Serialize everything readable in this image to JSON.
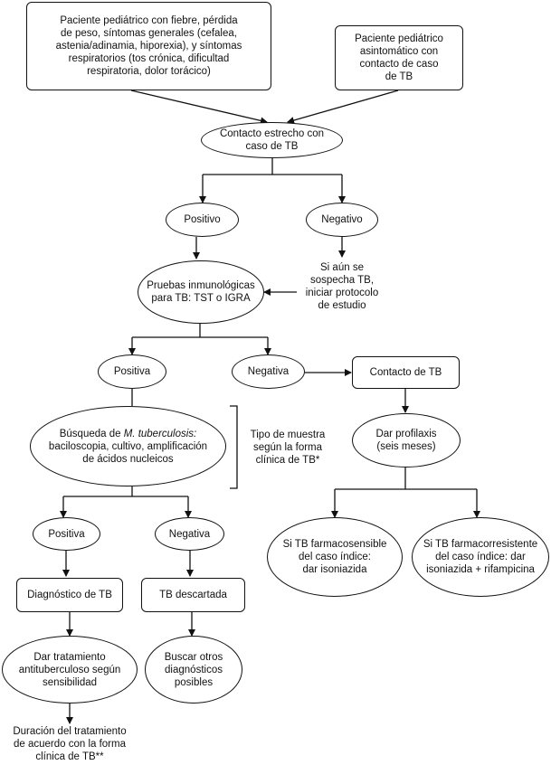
{
  "nodes": {
    "symptomatic": "Paciente pediátrico con fiebre, pérdida\nde peso, síntomas generales (cefalea,\nastenia/adinamia, hiporexia), y síntomas\nrespiratorios (tos crónica, dificultad\nrespiratoria, dolor torácico)",
    "asymptomatic": "Paciente pediátrico\nasintomático con\ncontacto de caso\nde TB",
    "close_contact": "Contacto estrecho con\ncaso de TB",
    "positivo": "Positivo",
    "negativo": "Negativo",
    "still_suspect": "Si aún se\nsospecha TB,\niniciar protocolo\nde estudio",
    "immuno_tests": "Pruebas inmunológicas\npara TB: TST o IGRA",
    "positiva_1": "Positiva",
    "negativa_1": "Negativa",
    "tb_contact": "Contacto de TB",
    "search_prefix": "Búsqueda de ",
    "search_species": "M. tuberculosis:",
    "search_rest": "baciloscopia, cultivo, amplificación\nde ácidos nucleicos",
    "sample_type": "Tipo de muestra\nsegún la forma\nclínica de TB*",
    "prophylaxis": "Dar profilaxis\n(seis meses)",
    "positiva_2": "Positiva",
    "negativa_2": "Negativa",
    "drug_sensitive": "Si TB farmacosensible\ndel caso índice:\ndar isoniazida",
    "drug_resistant": "Si TB farmacorresistente\ndel caso índice: dar\nisoniazida + rifampicina",
    "tb_diagnosis": "Diagnóstico de TB",
    "tb_ruled_out": "TB descartada",
    "treatment": "Dar tratamiento\nantituberculoso según\nsensibilidad",
    "other_diagnoses": "Buscar otros\ndiagnósticos\nposibles",
    "duration": "Duración del tratamiento\nde acuerdo con la forma\nclínica de TB**"
  }
}
